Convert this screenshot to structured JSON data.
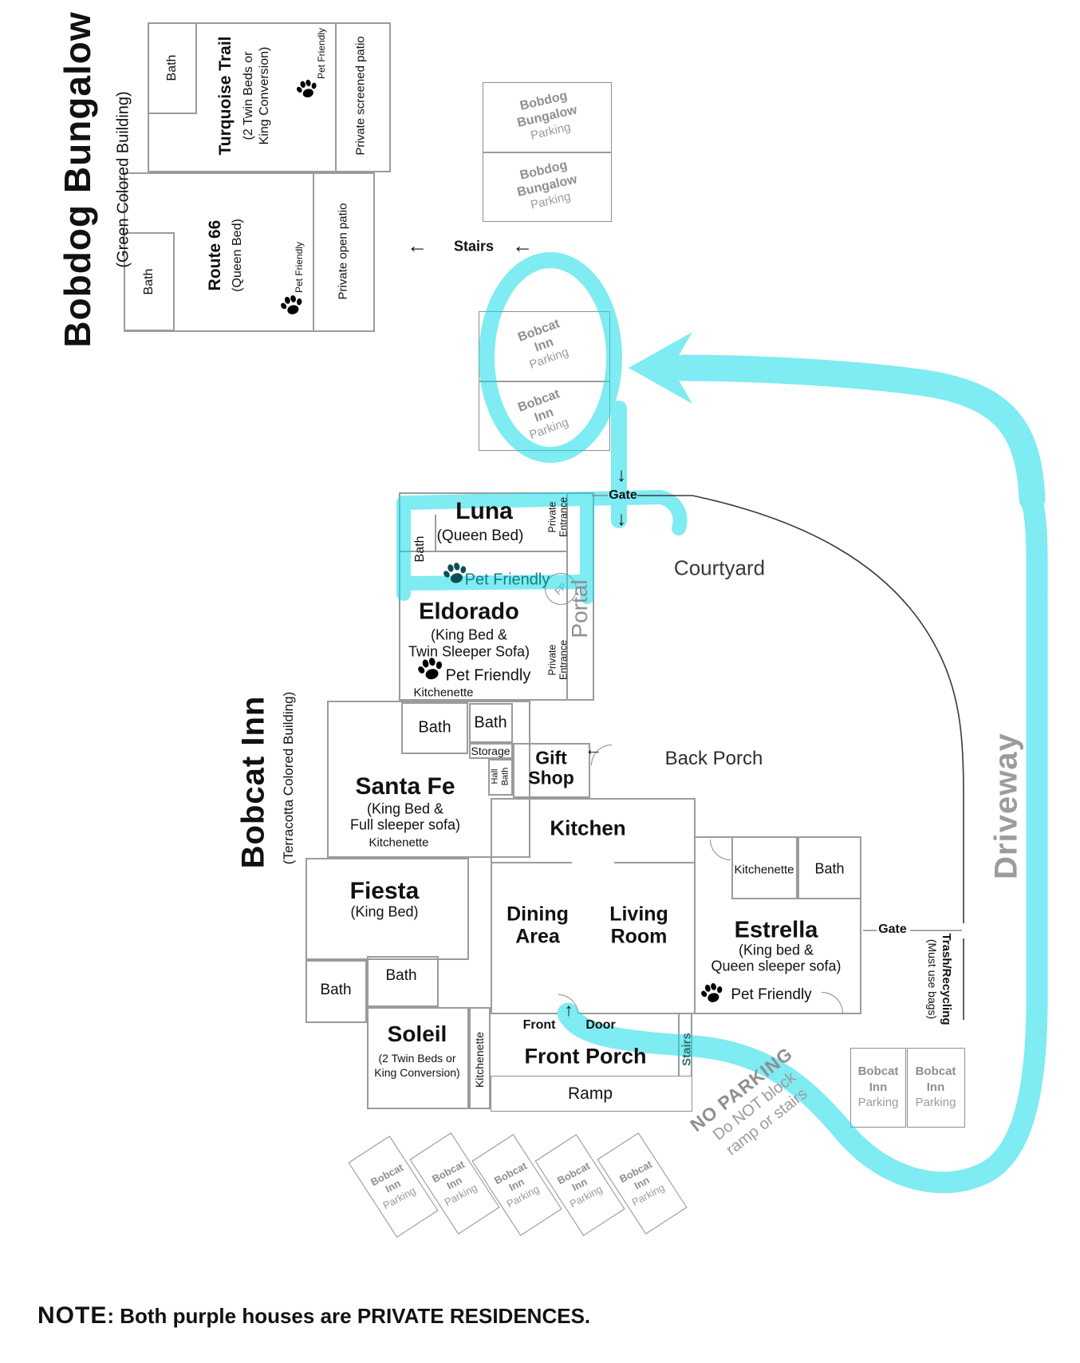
{
  "buildings": {
    "bobdog": {
      "title": "Bobdog Bungalow",
      "subtitle": "(Green Colored Building)"
    },
    "bobcat": {
      "title": "Bobcat Inn",
      "subtitle": "(Terracotta Colored Building)"
    }
  },
  "rooms": {
    "turquoise_trail": {
      "name": "Turquoise Trail",
      "detail1": "(2 Twin Beds or",
      "detail2": "King Conversion)",
      "patio": "Private screened patio",
      "pet": "Pet Friendly"
    },
    "route66": {
      "name": "Route 66",
      "detail": "(Queen Bed)",
      "patio": "Private open patio",
      "pet": "Pet Friendly"
    },
    "luna": {
      "name": "Luna",
      "detail": "(Queen Bed)",
      "pet": "Pet Friendly"
    },
    "eldorado": {
      "name": "Eldorado",
      "detail1": "(King Bed &",
      "detail2": "Twin Sleeper Sofa)",
      "pet": "Pet Friendly",
      "kitchenette": "Kitchenette"
    },
    "santa_fe": {
      "name": "Santa Fe",
      "detail1": "(King Bed &",
      "detail2": "Full sleeper sofa)",
      "kitchenette": "Kitchenette"
    },
    "fiesta": {
      "name": "Fiesta",
      "detail": "(King Bed)"
    },
    "soleil": {
      "name": "Soleil",
      "detail1": "(2 Twin Beds or",
      "detail2": "King Conversion)",
      "kitchenette": "Kitchenette"
    },
    "estrella": {
      "name": "Estrella",
      "detail1": "(King bed &",
      "detail2": "Queen sleeper sofa)",
      "pet": "Pet Friendly",
      "kitchenette": "Kitchenette"
    },
    "gift_shop": {
      "line1": "Gift",
      "line2": "Shop"
    },
    "kitchen": "Kitchen",
    "dining": {
      "line1": "Dining",
      "line2": "Area"
    },
    "living": {
      "line1": "Living",
      "line2": "Room"
    }
  },
  "labels": {
    "bath": "Bath",
    "storage": "Storage",
    "hall_bath1": "Hall",
    "hall_bath2": "Bath",
    "portal": "Portal",
    "private1": "Private",
    "private2": "Entrance",
    "courtyard": "Courtyard",
    "back_porch": "Back Porch",
    "front_porch": "Front Porch",
    "ramp": "Ramp",
    "stairs": "Stairs",
    "gate": "Gate",
    "driveway": "Driveway",
    "front": "Front",
    "door": "Door",
    "trash1": "Trash/Recycling",
    "trash2": "(Must use bags)",
    "no_parking1": "NO PARKING",
    "no_parking2": "Do NOT block",
    "no_parking3": "ramp or stairs",
    "fp": "FP"
  },
  "parking": {
    "bobdog": {
      "l1": "Bobdog",
      "l2": "Bungalow",
      "l3": "Parking"
    },
    "bobcat": {
      "l1": "Bobcat",
      "l2": "Inn",
      "l3": "Parking"
    }
  },
  "note": {
    "label": "NOTE",
    "text": ": Both purple houses are PRIVATE RESIDENCES."
  },
  "arrows": {
    "left": "←",
    "down": "↓",
    "up": "↑"
  },
  "colors": {
    "highlight": "#3fdfe9",
    "wall": "#9b9b9b",
    "gray_text": "#8f8f8f",
    "teal_text": "#127d7f"
  }
}
